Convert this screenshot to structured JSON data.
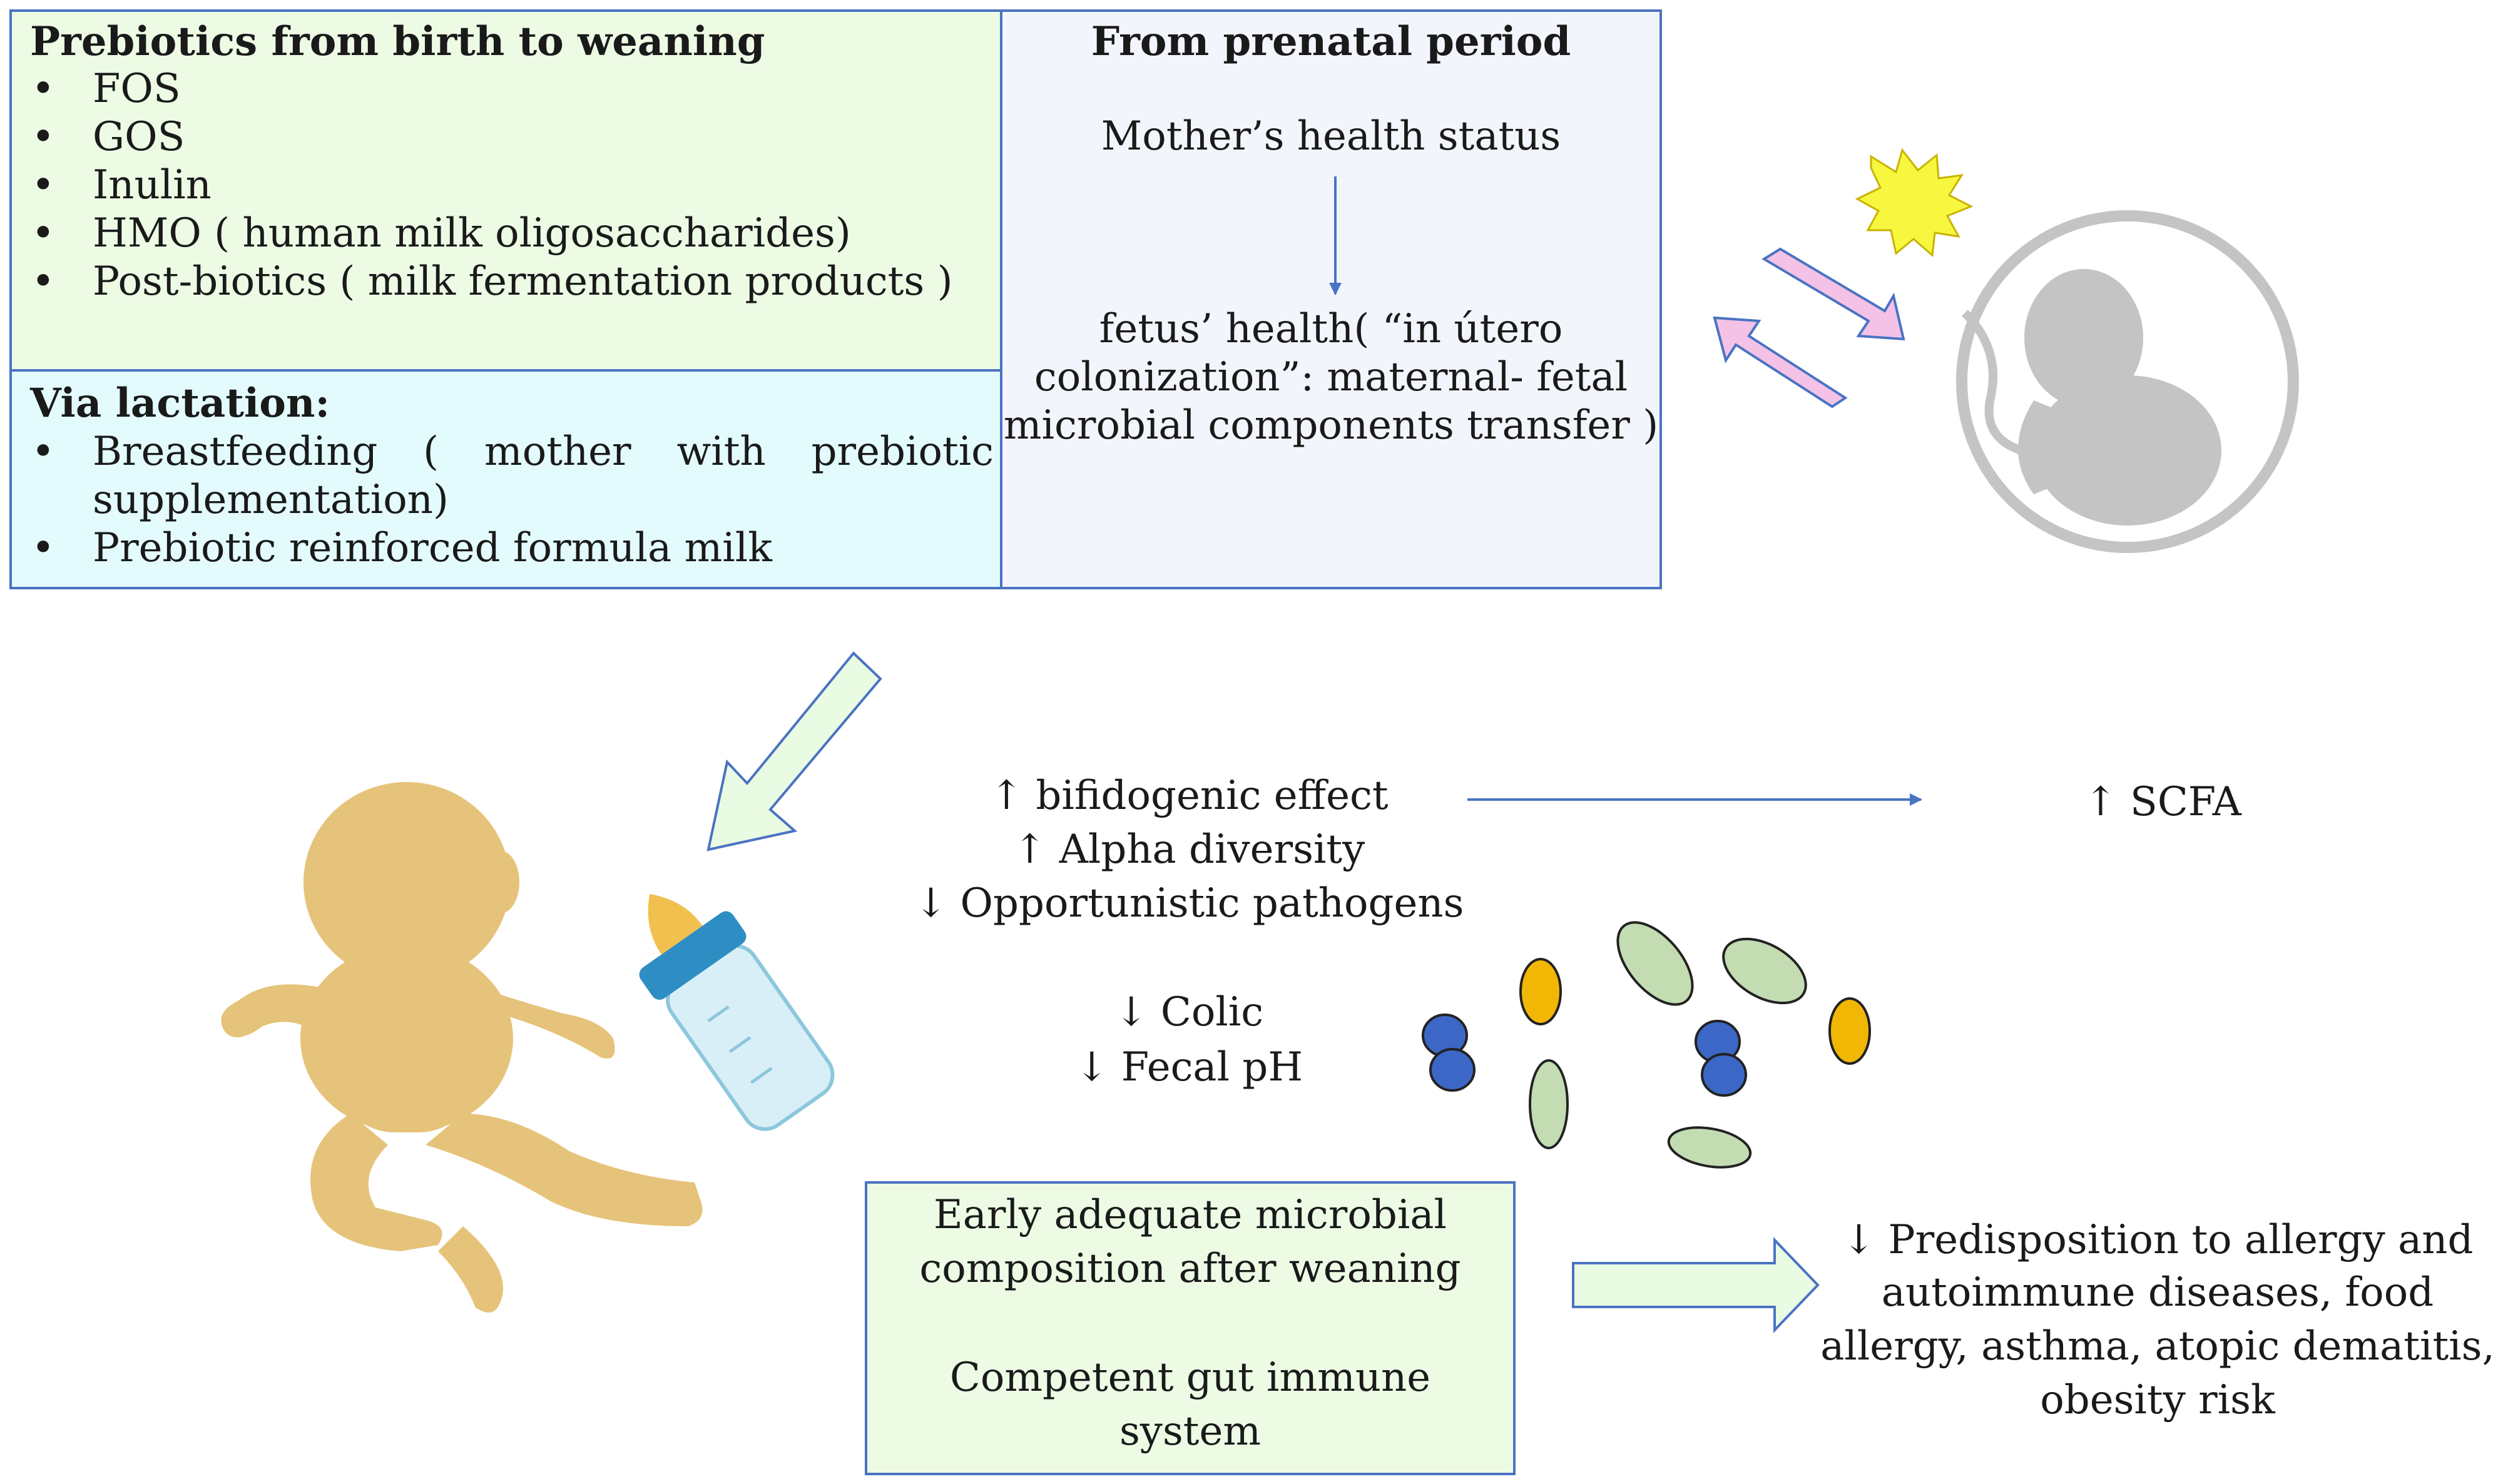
{
  "colors": {
    "border": "#4a73c2",
    "green_fill": "#edfbe5",
    "cyan_fill": "#e3fbfc",
    "lavender_fill": "#f3f5fc",
    "baby": "#e6c37a",
    "fetus": "#c4c4c4",
    "bacteria_green": "#c3dcb2",
    "bacteria_blue": "#3c67c6",
    "bacteria_yellow": "#f2b705",
    "pink_arrow": "#f4c2e6",
    "arrow_green_fill": "#eafbe3",
    "sun": "#f7f740"
  },
  "prebiotics": {
    "title": "Prebiotics from birth to weaning",
    "items": [
      "FOS",
      "GOS",
      "Inulin",
      "HMO ( human milk oligosaccharides)",
      "Post-biotics ( milk fermentation products )"
    ]
  },
  "lactation": {
    "title": "Via lactation:",
    "items": [
      "Breastfeeding ( mother with prebiotic supplementation)",
      "Prebiotic reinforced formula milk"
    ]
  },
  "prenatal": {
    "title": "From prenatal period",
    "mother": "Mother’s health status",
    "fetus_line1": "fetus’ health( “in útero",
    "fetus_line2": "colonization”: maternal- fetal",
    "fetus_line3": "microbial components transfer )"
  },
  "effects": {
    "line1": "↑ bifidogenic effect",
    "line2": "↑ Alpha diversity",
    "line3": "↓ Opportunistic pathogens",
    "line4": "↓ Colic",
    "line5": "↓ Fecal pH"
  },
  "scfa": "↑ SCFA",
  "outcome": {
    "line1": "Early adequate microbial",
    "line2": "composition after weaning",
    "line3": "Competent gut immune",
    "line4": "system"
  },
  "risk": {
    "line1": "↓ Predisposition to allergy and",
    "line2": "autoimmune diseases, food",
    "line3": "allergy, asthma, atopic dematitis,",
    "line4": "obesity risk"
  },
  "icons": [
    "baby-silhouette-icon",
    "baby-bottle-icon",
    "fetus-in-womb-icon",
    "sun-burst-icon",
    "bacteria-icon"
  ]
}
